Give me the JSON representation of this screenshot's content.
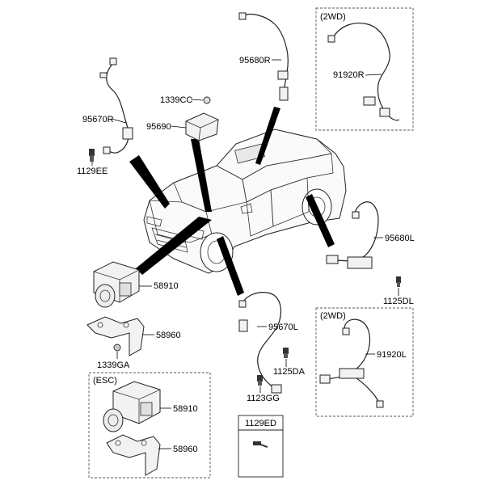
{
  "diagram": {
    "labels": {
      "p95680R": "95680R",
      "p91920R": "91920R",
      "p95670R": "95670R",
      "p1129EE": "1129EE",
      "p1339CC": "1339CC",
      "p95690": "95690",
      "p95680L": "95680L",
      "p1125DL": "1125DL",
      "p58910a": "58910",
      "p58960a": "58960",
      "p1339GA": "1339GA",
      "p95670L": "95670L",
      "p1125DA": "1125DA",
      "p1123GG": "1123GG",
      "p91920L": "91920L",
      "p58910b": "58910",
      "p58960b": "58960",
      "p1129ED": "1129ED"
    },
    "boxes": {
      "topRight": "(2WD)",
      "bottomRight": "(2WD)",
      "esc": "(ESC)"
    }
  }
}
